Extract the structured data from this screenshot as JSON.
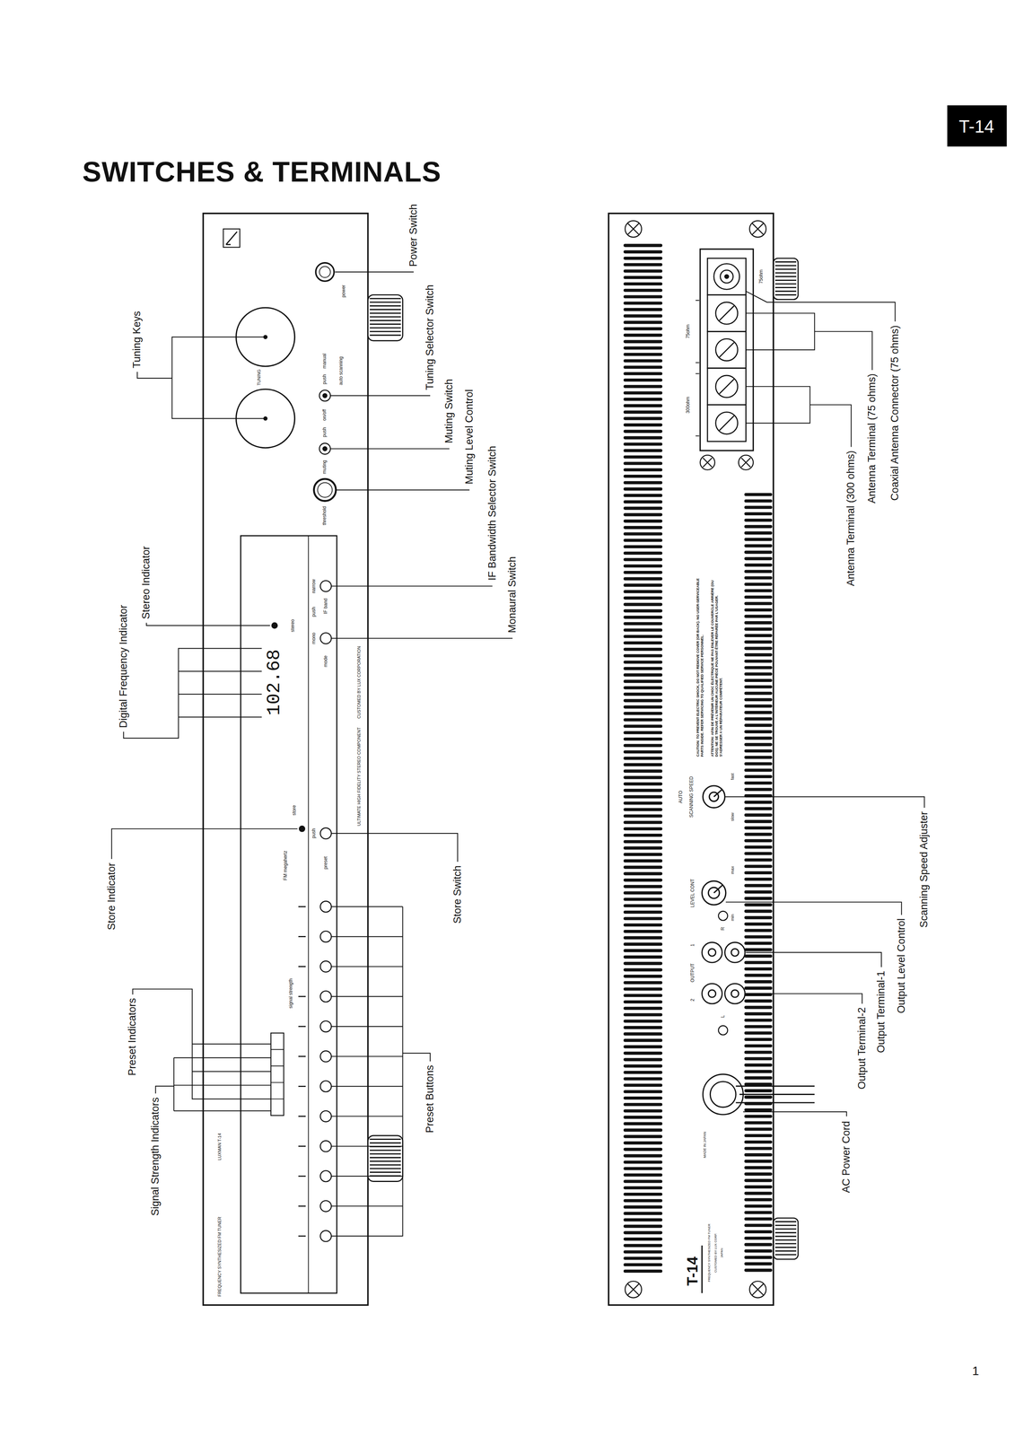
{
  "diagram": {
    "title": "SWITCHES & TERMINALS",
    "labels": [
      "Tuning Keys",
      "Digital Frequency Indicator",
      "Stereo Indicator",
      "Store Indicator",
      "Preset Indicators",
      "Signal Strength Indicators",
      "Power Switch",
      "Tuning Selector Switch",
      "Muting Switch",
      "Muting Level Control",
      "IF Bandwidth Selector Switch",
      "Monaural Switch",
      "Store Switch",
      "Preset Buttons",
      "Antenna Terminal (300 ohms)",
      "Antenna Terminal (75 ohms)",
      "Coaxial Antenna Connector (75 ohms)",
      "AC Power Cord",
      "Output Terminal-2",
      "Output Terminal-1",
      "Output Level Control",
      "Scanning Speed Adjuster",
      "FREQUENCY SYNTHESIZED FM TUNER",
      "LUXMAN T-14",
      "signal strength",
      "FM megahertz",
      "store",
      "push",
      "preset",
      "ULTIMATE HIGH FIDELITY STEREO COMPONENT",
      "CUSTOMED BY LUX CORPORATION",
      "102.68",
      "stereo",
      "mono",
      "push",
      "narrow",
      "mode",
      "IF band",
      "threshold",
      "muting",
      "push",
      "on/off",
      "auto scanning",
      "push",
      "manual",
      "TUNING",
      "power",
      "75ohm",
      "75ohm",
      "300ohm",
      "CAUTION: TO PREVENT ELECTRIC SHOCK, DO NOT REMOVE COVER (OR BACK). NO USER-SERVICEABLE PARTS INSIDE. REFER SERVICING TO QUALIFIED SERVICE PERSONNEL.",
      "ATTENTION: AFIN DE PRÉVENIR UN CHOC ÉLECTRIQUE NE PAS ENLEVER LE COUVERCLE ARRIÈRE (OU DOS). NE SE TROUVE A L'INTÉRIEUR AUCUNE PIÈCE POUVANT ÊTRE RÉPARÉE PAR L'USAGER. S'ADRESSER A UN RÉPARATEUR COMPÉTENT.",
      "AUTO",
      "SCANNING SPEED",
      "slow",
      "fast",
      "LEVEL CONT",
      "min",
      "max",
      "OUTPUT",
      "2",
      "1",
      "L",
      "R",
      "MADE IN JAPAN",
      "T-14",
      "FREQUENCY SYNTHESIZED FM TUNER",
      "CUSTOMED BY LUX CORP.",
      "JAPAN",
      "T-14",
      "1"
    ]
  }
}
